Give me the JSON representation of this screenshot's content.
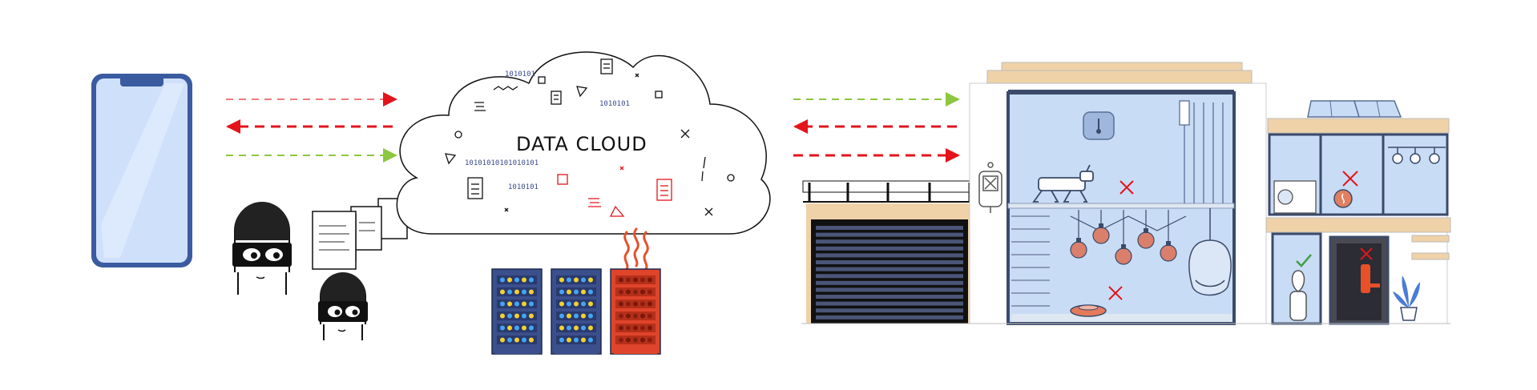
{
  "cloud": {
    "title": "DATA CLOUD",
    "bits": [
      "1010101",
      "1010101",
      "10101010101010101",
      "1010101"
    ]
  },
  "colors": {
    "allowed_arrow": "#8dc63f",
    "blocked_arrow": "#e3141b",
    "phone_frame": "#3a5ba0",
    "phone_screen": "#cfe0fb",
    "server_blue": "#3b4f8c",
    "server_hot": "#e0442a",
    "flame": "#e8502a",
    "house_glass": "#c9dcf5",
    "garage_wall": "#f0d2a8"
  },
  "icons": [
    "smartphone-icon",
    "hacker-icon",
    "document-icon",
    "server-rack-icon",
    "flame-icon",
    "house-icon",
    "robot-dog-icon",
    "robot-vacuum-icon",
    "lightbulb-icon",
    "thermostat-icon",
    "cross-mark-icon",
    "check-mark-icon",
    "smart-lock-icon",
    "air-purifier-icon",
    "plant-icon",
    "solar-panel-icon"
  ]
}
